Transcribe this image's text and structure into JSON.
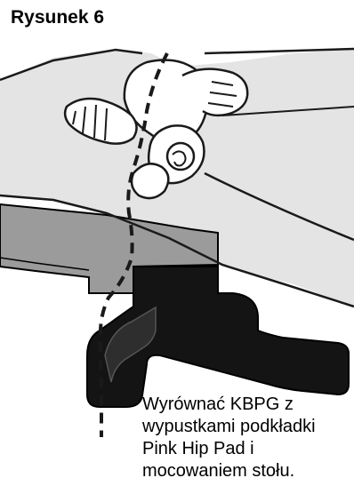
{
  "figure": {
    "title": "Rysunek 6",
    "caption_lines": [
      "Wyrównać KBPG z",
      "wypustkami podkładki",
      "Pink Hip Pad i",
      "mocowaniem stołu."
    ]
  },
  "colors": {
    "line": "#1a1a1a",
    "skin_fill": "#ffffff",
    "shade_light": "#e4e4e4",
    "pad_gray": "#9b9b9b",
    "table_black": "#141414"
  },
  "icons": [
    "pelvis-illustration",
    "alignment-guide-dashed-line",
    "hip-pad",
    "table-mount"
  ]
}
